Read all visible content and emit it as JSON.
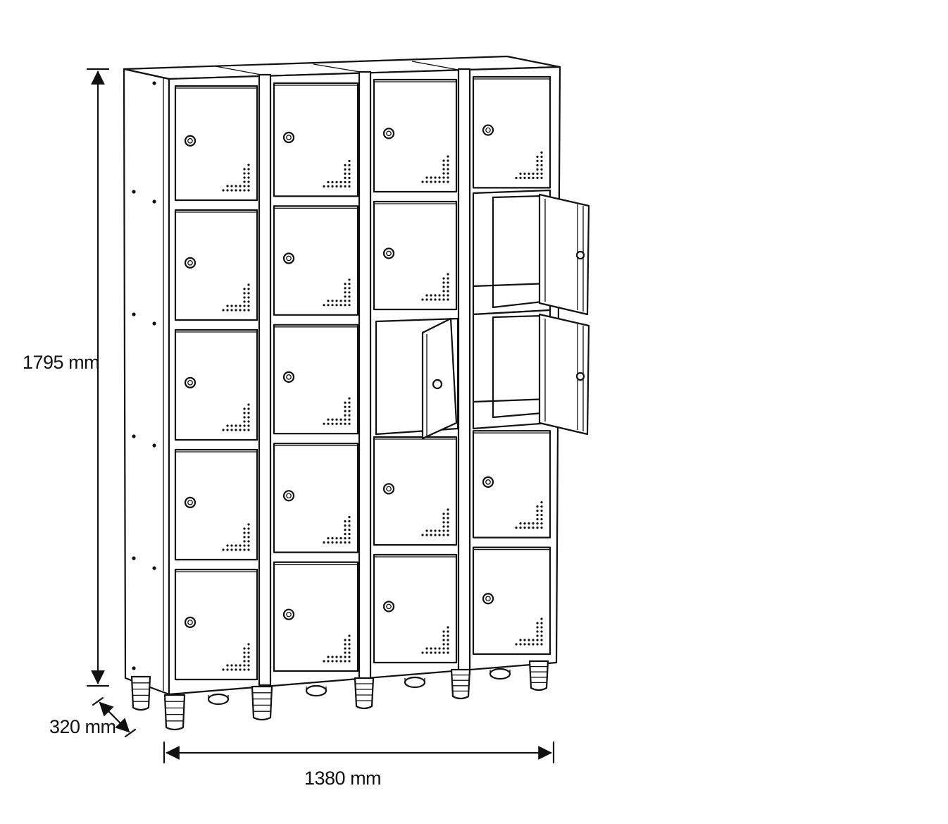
{
  "diagram": {
    "type": "locker-cabinet-technical-drawing",
    "columns": 4,
    "rows": 5,
    "open_doors": [
      {
        "column": 3,
        "row": 3
      },
      {
        "column": 4,
        "row": 2
      },
      {
        "column": 4,
        "row": 3
      }
    ],
    "line_color": "#111111",
    "background": "#ffffff"
  },
  "dimensions": {
    "height": "1795 mm",
    "depth": "320 mm",
    "width": "1380 mm"
  }
}
